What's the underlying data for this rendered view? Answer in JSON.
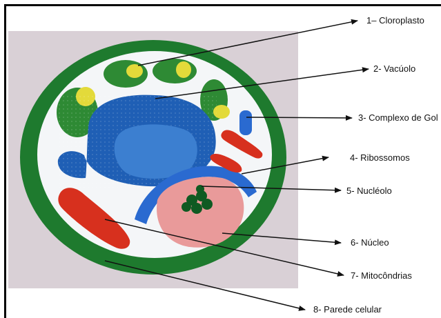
{
  "labels": [
    "1– Cloroplasto",
    "2- Vacúolo",
    "3- Complexo de Gol",
    "4- Ribossomos",
    "5- Nucléolo",
    "6- Núcleo",
    "7- Mitocôndrias",
    "8- Parede celular"
  ],
  "colors": {
    "cell_wall": "#1e7a2e",
    "cytoplasm": "#f4f6f8",
    "vacuole": "#1f5fb5",
    "vacuole_inner": "#3c7fd0",
    "nucleus": "#e99a9a",
    "nucleolus": "#0f5a22",
    "chloroplast": "#2e8a34",
    "chloroplast_granum": "#e3da3a",
    "mitochondria": "#d7301e",
    "golgi": "#2a6ad0",
    "background_photo": "#d9d0d6"
  }
}
